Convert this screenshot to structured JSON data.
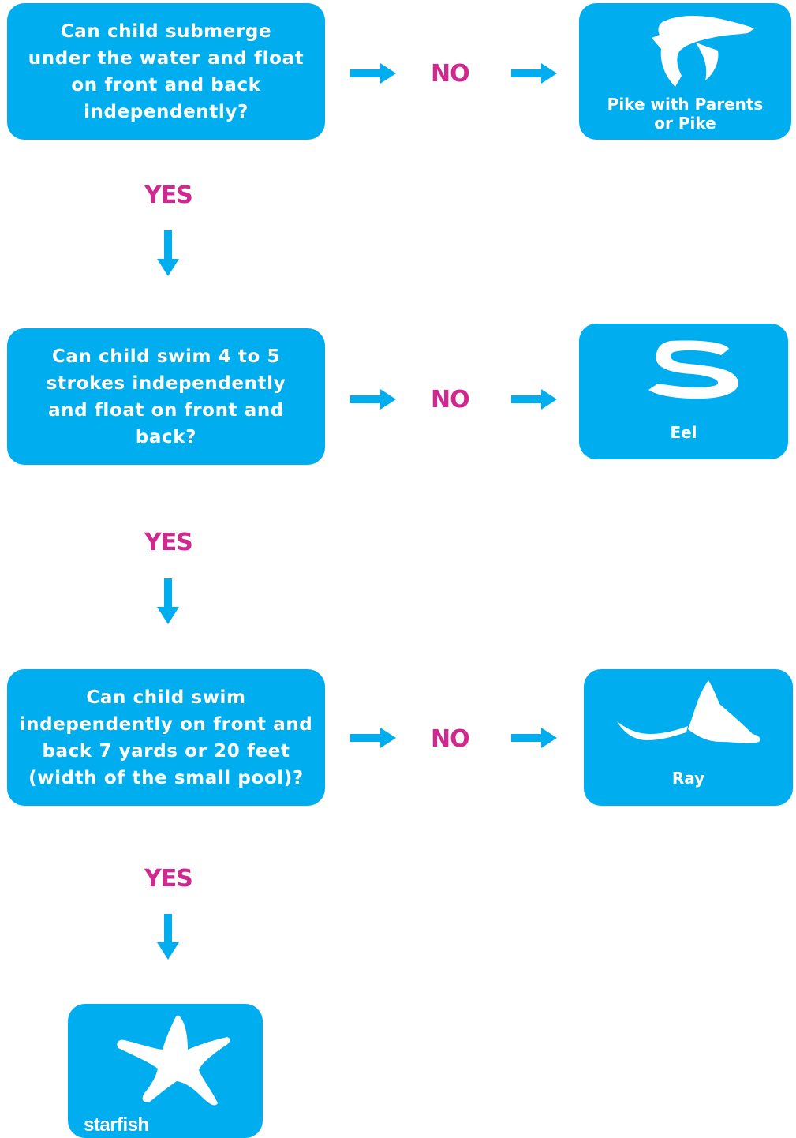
{
  "colors": {
    "box": "#00aeef",
    "answer": "#d1288f",
    "text": "#ffffff"
  },
  "steps": [
    {
      "question": "Can child submerge\nunder the water and float\non front and back\nindependently?",
      "no": "NO",
      "yes": "YES",
      "result": {
        "label": "Pike with Parents\nor Pike",
        "icon": "pike-fish-icon"
      }
    },
    {
      "question": "Can child swim 4 to 5\nstrokes independently\nand float on front and\nback?",
      "no": "NO",
      "yes": "YES",
      "result": {
        "label": "Eel",
        "icon": "eel-icon"
      }
    },
    {
      "question": "Can child swim\nindependently on front and\nback 7 yards or 20 feet\n(width of the small pool)?",
      "no": "NO",
      "yes": "YES",
      "result": {
        "label": "Ray",
        "icon": "ray-icon"
      }
    }
  ],
  "final": {
    "label": "starfish",
    "icon": "starfish-icon"
  }
}
